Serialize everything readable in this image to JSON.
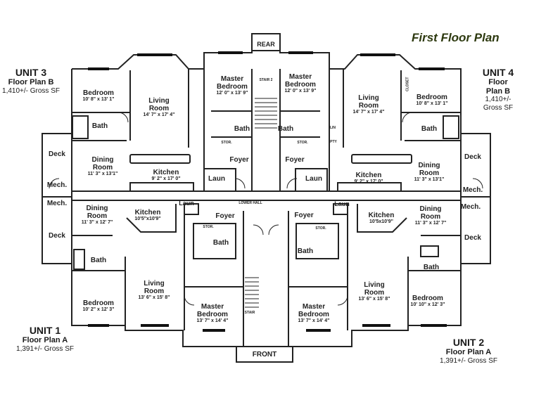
{
  "title": "First Floor Plan",
  "colors": {
    "title": "#2e3a10",
    "walls": "#222222",
    "window": "#111111"
  },
  "entrances": {
    "rear": "REAR",
    "front": "FRONT"
  },
  "common": {
    "lower_hall": "LOWER HALL",
    "stair_2": "STAIR 2",
    "stair": "STAIR"
  },
  "units": {
    "unit3": {
      "name": "UNIT 3",
      "plan": "Floor Plan B",
      "area": "1,410+/- Gross SF",
      "bedroom": {
        "name": "Bedroom",
        "dim": "10' 8\" x 13' 1\""
      },
      "living": {
        "name": "Living Room",
        "dim": "14' 7\" x 17' 4\""
      },
      "master": {
        "name": "Master Bedroom",
        "dim": "12' 0\" x 13' 9\""
      },
      "dining": {
        "name": "Dining Room",
        "dim": "11' 3\" x 13'1\""
      },
      "kitchen": {
        "name": "Kitchen",
        "dim": "9' 2\" x 17' 0\""
      },
      "bath": "Bath",
      "master_bath": "Bath",
      "foyer": "Foyer",
      "laundry": "Laun",
      "deck": "Deck",
      "mech": "Mech.",
      "stor": "STOR."
    },
    "unit4": {
      "name": "UNIT 4",
      "plan": "Floor Plan B",
      "area": "1,410+/- Gross SF",
      "bedroom": {
        "name": "Bedroom",
        "dim": "10' 8\" x 13' 1\""
      },
      "living": {
        "name": "Living Room",
        "dim": "14' 7\" x 17' 4\""
      },
      "master": {
        "name": "Master Bedroom",
        "dim": "12' 0\" x 13' 9\""
      },
      "dining": {
        "name": "Dining Room",
        "dim": "11' 3\" x 13'1\""
      },
      "kitchen": {
        "name": "Kitchen",
        "dim": "9' 2\" x 17' 0\""
      },
      "bath": "Bath",
      "master_bath": "Bath",
      "foyer": "Foyer",
      "laundry": "Laun",
      "deck": "Deck",
      "mech": "Mech.",
      "stor": "STOR.",
      "closet": "CLOSET",
      "linen": "LIN",
      "pantry": "PTY"
    },
    "unit1": {
      "name": "UNIT 1",
      "plan": "Floor Plan A",
      "area": "1,391+/- Gross SF",
      "bedroom": {
        "name": "Bedroom",
        "dim": "10' 2\" x 12' 3\""
      },
      "living": {
        "name": "Living Room",
        "dim": "13' 6\" x 15' 8\""
      },
      "master": {
        "name": "Master Bedroom",
        "dim": "13' 7\" x 14' 4\""
      },
      "dining": {
        "name": "Dining Room",
        "dim": "11' 3\" x 12' 7\""
      },
      "kitchen": {
        "name": "Kitchen",
        "dim": "10'5\"x10'9\""
      },
      "bath": "Bath",
      "master_bath": "Bath",
      "foyer": "Foyer",
      "laundry": "Laun",
      "deck": "Deck",
      "mech": "Mech.",
      "stor": "STOR."
    },
    "unit2": {
      "name": "UNIT 2",
      "plan": "Floor Plan A",
      "area": "1,391+/- Gross SF",
      "bedroom": {
        "name": "Bedroom",
        "dim": "10' 10\" x 12' 3\""
      },
      "living": {
        "name": "Living Room",
        "dim": "13' 6\" x 15' 8\""
      },
      "master": {
        "name": "Master Bedroom",
        "dim": "13' 7\" x 14' 4\""
      },
      "dining": {
        "name": "Dining Room",
        "dim": "11' 3\" x 12' 7\""
      },
      "kitchen": {
        "name": "Kitchen",
        "dim": "10'5x10'9\""
      },
      "bath": "Bath",
      "master_bath": "Bath",
      "foyer": "Foyer",
      "laundry": "Laun",
      "deck": "Deck",
      "mech": "Mech.",
      "stor": "STOR."
    }
  }
}
